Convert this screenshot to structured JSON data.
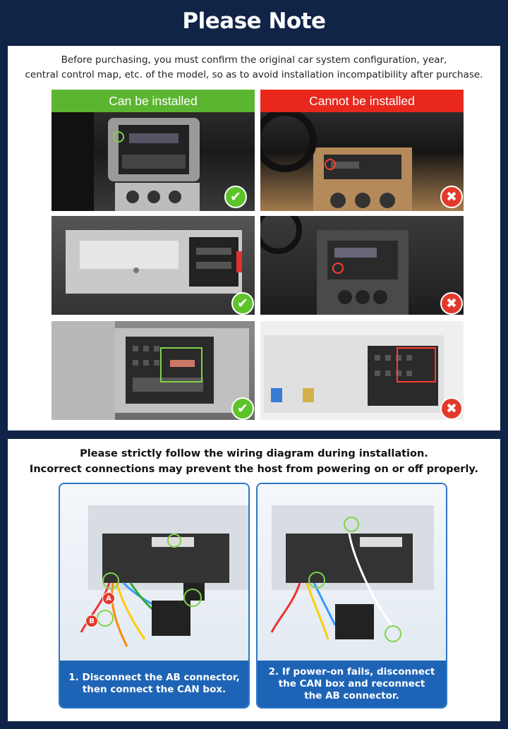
{
  "title": "Please Note",
  "note": {
    "line1": "Before purchasing, you must confirm the original car system configuration, year,",
    "line2": "central control map, etc. of the model, so as to avoid installation incompatibility after purchase."
  },
  "columns": {
    "can": {
      "label": "Can be installed",
      "color": "#5cb531"
    },
    "cannot": {
      "label": "Cannot be installed",
      "color": "#e8281d"
    }
  },
  "badges": {
    "ok_icon": "check-icon",
    "no_icon": "cross-icon",
    "ok_glyph": "✔",
    "no_glyph": "✖"
  },
  "wiring": {
    "line1": "Please strictly follow the wiring diagram during installation.",
    "line2": "Incorrect connections may prevent the host from powering on or off properly.",
    "labelA": "A",
    "labelB": "B",
    "step1_l1": "1. Disconnect the AB connector,",
    "step1_l2": "then connect the CAN box.",
    "step2_l1": "2. If power-on fails, disconnect",
    "step2_l2": "the CAN box and reconnect",
    "step2_l3": "the AB connector."
  },
  "colors": {
    "page_bg": "#0f2447",
    "caption_bg": "#1e64b6",
    "card_border": "#2a78c8"
  }
}
